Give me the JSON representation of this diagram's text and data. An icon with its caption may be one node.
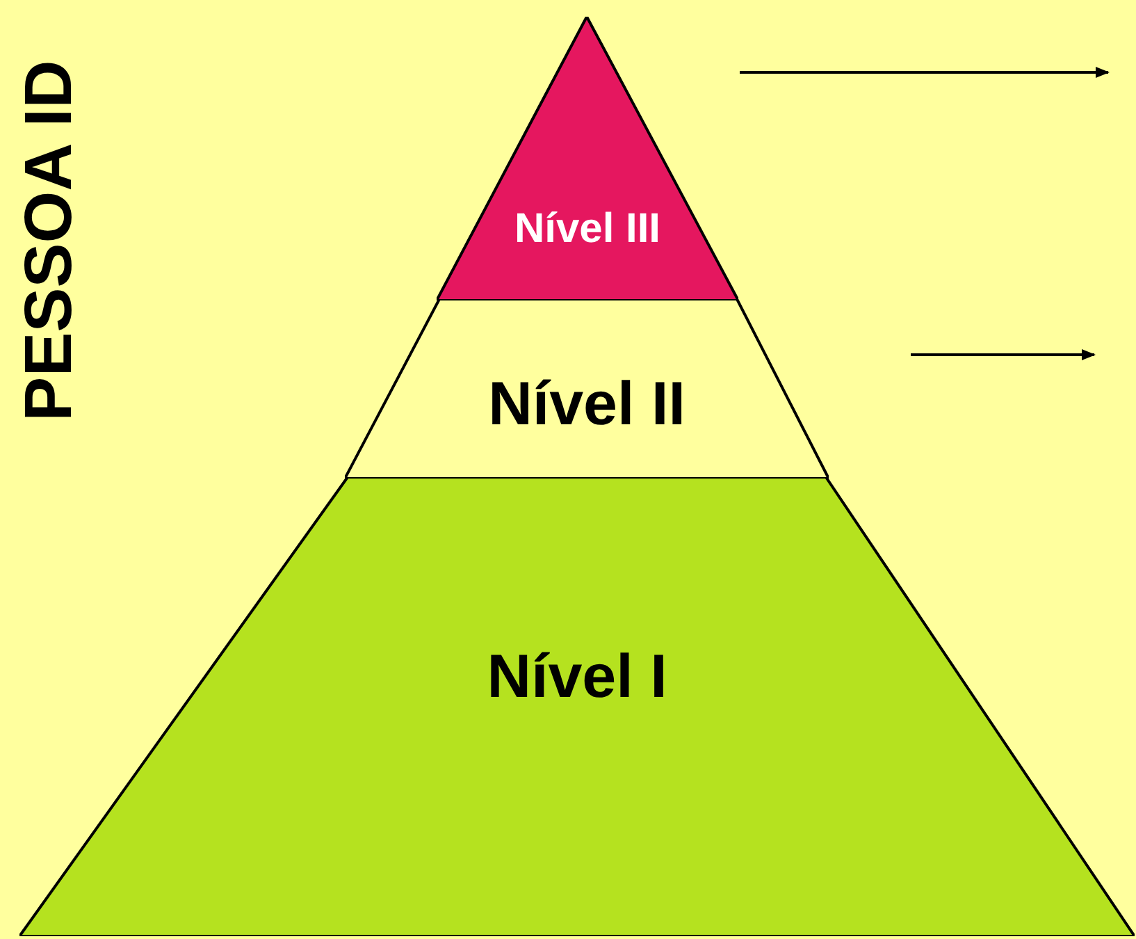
{
  "diagram": {
    "nodes": [
      {
        "text": [
          "Nível III"
        ]
      },
      {
        "text": [
          "Nível II"
        ]
      },
      {
        "text": [
          "Nível I"
        ]
      }
    ],
    "labels": [
      "PESSOA ID"
    ]
  }
}
